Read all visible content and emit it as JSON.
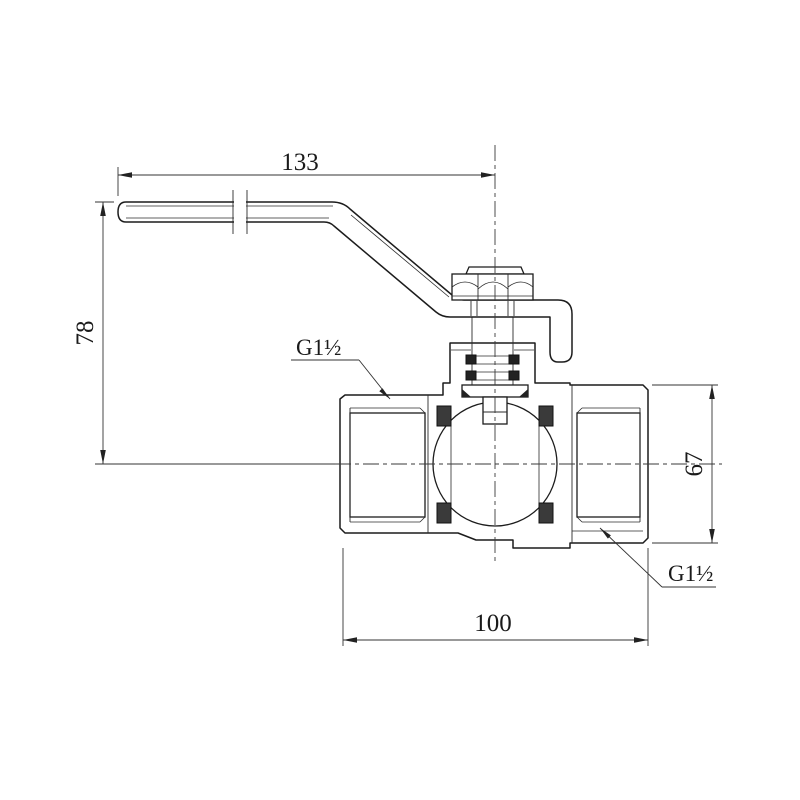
{
  "drawing": {
    "type": "technical-section-drawing",
    "subject": "ball valve with lever handle, full section view",
    "dimensions": {
      "handle_length": "133",
      "handle_height": "78",
      "body_height": "67",
      "body_length": "100"
    },
    "labels": {
      "thread_top": "G1½",
      "thread_bottom": "G1½"
    },
    "colors": {
      "line": "#1c1c1c",
      "background": "#ffffff",
      "seat_fill": "#3a3a3a"
    }
  }
}
